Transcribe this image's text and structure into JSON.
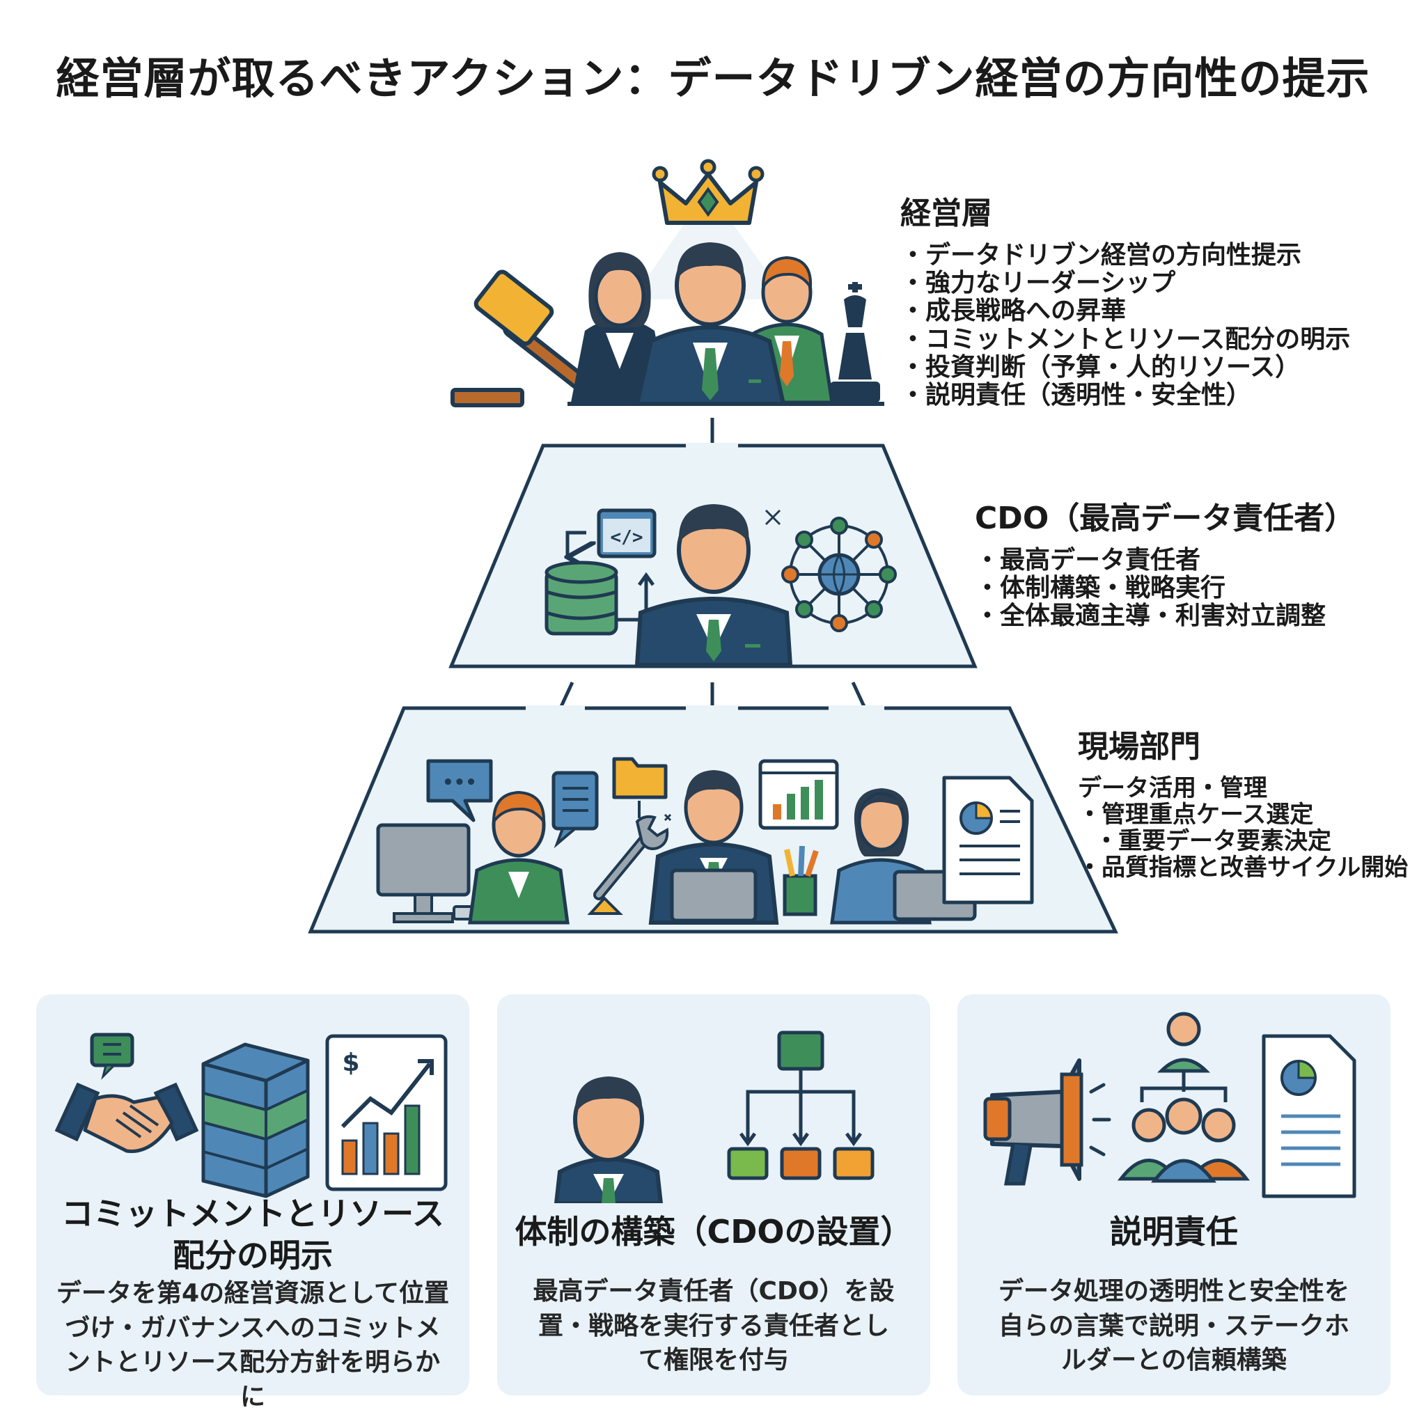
{
  "title": "経営層が取るべきアクション：データドリブン経営の方向性の提示",
  "tiers": [
    {
      "heading": "経営層",
      "items": [
        "・データドリブン経営の方向性提示",
        "・強力なリーダーシップ",
        "・成長戦略への昇華",
        "・コミットメントとリソース配分の明示",
        "・投資判断（予算・人的リソース）",
        "・説明責任（透明性・安全性）"
      ]
    },
    {
      "heading": "CDO（最高データ責任者）",
      "items": [
        "・最高データ責任者",
        "・体制構築・戦略実行",
        "・全体最適主導・利害対立調整"
      ]
    },
    {
      "heading": "現場部門",
      "items": [
        "データ活用・管理",
        "・管理重点ケース選定",
        "・重要データ要素決定",
        "・品質指標と改善サイクル開始"
      ]
    }
  ],
  "cards": [
    {
      "title_lines": [
        "コミットメントとリソース",
        "配分の明示"
      ],
      "text_lines": [
        "データを第4の経営資源として位置",
        "づけ・ガバナンスへのコミットメ",
        "ントとリソース配分方針を明らかに"
      ]
    },
    {
      "title_lines": [
        "体制の構築（CDOの設置）"
      ],
      "text_lines": [
        "最高データ責任者（CDO）を設",
        "置・戦略を実行する責任者とし",
        "て権限を付与"
      ]
    },
    {
      "title_lines": [
        "説明責任"
      ],
      "text_lines": [
        "データ処理の透明性と安全性を",
        "自らの言葉で説明・ステークホ",
        "ルダーとの信頼構築"
      ]
    }
  ],
  "icon_labels": {
    "code": "</>",
    "dollar": "$",
    "chat_dots": "•••"
  },
  "colors": {
    "navy": "#1f3a52",
    "skin": "#f0b489",
    "hair": "#2c3e50",
    "green": "#3e8e5a",
    "orange": "#e0782a",
    "gold": "#f2b233",
    "tier_fill": "#eaf3f8",
    "blue": "#4f88b7",
    "card_bg": "#e8f2f8"
  }
}
